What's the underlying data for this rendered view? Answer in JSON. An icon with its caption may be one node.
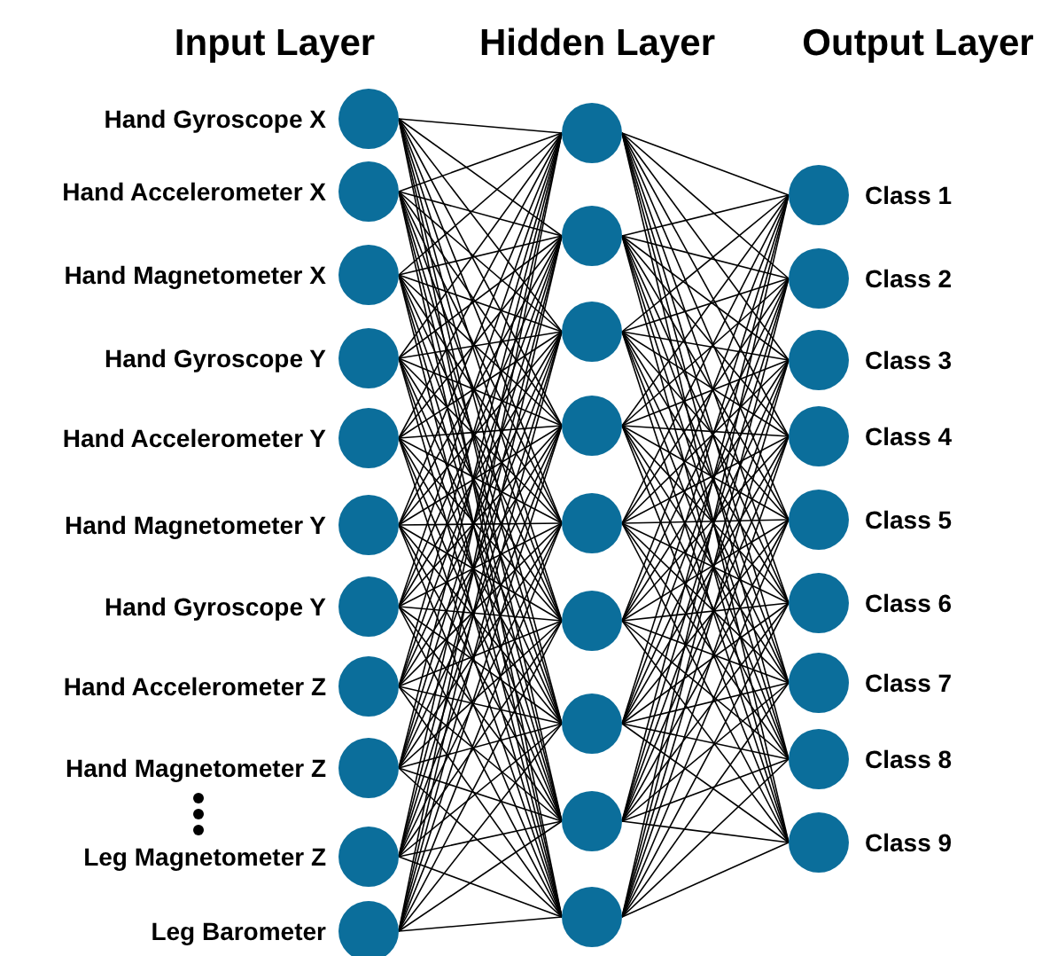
{
  "diagram": {
    "nodes": [
      {
        "text": [],
        "shape": "circle",
        "beside": [
          "Hand Gyroscope X"
        ]
      },
      {
        "text": [],
        "shape": "circle",
        "beside": [
          "Hand Accelerometer X"
        ]
      },
      {
        "text": [],
        "shape": "circle",
        "beside": [
          "Hand Magnetometer X"
        ]
      },
      {
        "text": [],
        "shape": "circle",
        "beside": [
          "Hand Gyroscope Y"
        ]
      },
      {
        "text": [],
        "shape": "circle",
        "beside": [
          "Hand Accelerometer Y"
        ]
      },
      {
        "text": [],
        "shape": "circle",
        "beside": [
          "Hand Magnetometer Y"
        ]
      },
      {
        "text": [],
        "shape": "circle",
        "beside": [
          "Hand Gyroscope Y"
        ]
      },
      {
        "text": [],
        "shape": "circle",
        "beside": [
          "Hand Accelerometer Z"
        ]
      },
      {
        "text": [],
        "shape": "circle",
        "beside": [
          "Hand Magnetometer Z"
        ]
      },
      {
        "text": [],
        "shape": "circle",
        "beside": [
          "Leg Magnetometer Z"
        ]
      },
      {
        "text": [],
        "shape": "circle",
        "beside": [
          "Leg Barometer"
        ]
      },
      {
        "text": [],
        "shape": "circle"
      },
      {
        "text": [],
        "shape": "circle"
      },
      {
        "text": [],
        "shape": "circle"
      },
      {
        "text": [],
        "shape": "circle"
      },
      {
        "text": [],
        "shape": "circle"
      },
      {
        "text": [],
        "shape": "circle"
      },
      {
        "text": [],
        "shape": "circle"
      },
      {
        "text": [],
        "shape": "circle"
      },
      {
        "text": [],
        "shape": "circle"
      },
      {
        "text": [],
        "shape": "circle",
        "beside": [
          "Class 1"
        ]
      },
      {
        "text": [],
        "shape": "circle",
        "beside": [
          "Class 2"
        ]
      },
      {
        "text": [],
        "shape": "circle",
        "beside": [
          "Class 3"
        ]
      },
      {
        "text": [],
        "shape": "circle",
        "beside": [
          "Class 4"
        ]
      },
      {
        "text": [],
        "shape": "circle",
        "beside": [
          "Class 5"
        ]
      },
      {
        "text": [],
        "shape": "circle",
        "beside": [
          "Class 6"
        ]
      },
      {
        "text": [],
        "shape": "circle",
        "beside": [
          "Class 7"
        ]
      },
      {
        "text": [],
        "shape": "circle",
        "beside": [
          "Class 8"
        ]
      },
      {
        "text": [],
        "shape": "circle",
        "beside": [
          "Class 9"
        ]
      }
    ],
    "edges": [
      {
        "from": 0,
        "to": 11,
        "arrow": "none"
      },
      {
        "from": 0,
        "to": 12,
        "arrow": "none"
      },
      {
        "from": 0,
        "to": 13,
        "arrow": "none"
      },
      {
        "from": 0,
        "to": 14,
        "arrow": "none"
      },
      {
        "from": 0,
        "to": 15,
        "arrow": "none"
      },
      {
        "from": 0,
        "to": 16,
        "arrow": "none"
      },
      {
        "from": 0,
        "to": 17,
        "arrow": "none"
      },
      {
        "from": 0,
        "to": 18,
        "arrow": "none"
      },
      {
        "from": 0,
        "to": 19,
        "arrow": "none"
      },
      {
        "from": 1,
        "to": 11,
        "arrow": "none"
      },
      {
        "from": 1,
        "to": 12,
        "arrow": "none"
      },
      {
        "from": 1,
        "to": 13,
        "arrow": "none"
      },
      {
        "from": 1,
        "to": 14,
        "arrow": "none"
      },
      {
        "from": 1,
        "to": 15,
        "arrow": "none"
      },
      {
        "from": 1,
        "to": 16,
        "arrow": "none"
      },
      {
        "from": 1,
        "to": 17,
        "arrow": "none"
      },
      {
        "from": 1,
        "to": 18,
        "arrow": "none"
      },
      {
        "from": 1,
        "to": 19,
        "arrow": "none"
      },
      {
        "from": 2,
        "to": 11,
        "arrow": "none"
      },
      {
        "from": 2,
        "to": 12,
        "arrow": "none"
      },
      {
        "from": 2,
        "to": 13,
        "arrow": "none"
      },
      {
        "from": 2,
        "to": 14,
        "arrow": "none"
      },
      {
        "from": 2,
        "to": 15,
        "arrow": "none"
      },
      {
        "from": 2,
        "to": 16,
        "arrow": "none"
      },
      {
        "from": 2,
        "to": 17,
        "arrow": "none"
      },
      {
        "from": 2,
        "to": 18,
        "arrow": "none"
      },
      {
        "from": 2,
        "to": 19,
        "arrow": "none"
      },
      {
        "from": 3,
        "to": 11,
        "arrow": "none"
      },
      {
        "from": 3,
        "to": 12,
        "arrow": "none"
      },
      {
        "from": 3,
        "to": 13,
        "arrow": "none"
      },
      {
        "from": 3,
        "to": 14,
        "arrow": "none"
      },
      {
        "from": 3,
        "to": 15,
        "arrow": "none"
      },
      {
        "from": 3,
        "to": 16,
        "arrow": "none"
      },
      {
        "from": 3,
        "to": 17,
        "arrow": "none"
      },
      {
        "from": 3,
        "to": 18,
        "arrow": "none"
      },
      {
        "from": 3,
        "to": 19,
        "arrow": "none"
      },
      {
        "from": 4,
        "to": 11,
        "arrow": "none"
      },
      {
        "from": 4,
        "to": 12,
        "arrow": "none"
      },
      {
        "from": 4,
        "to": 13,
        "arrow": "none"
      },
      {
        "from": 4,
        "to": 14,
        "arrow": "none"
      },
      {
        "from": 4,
        "to": 15,
        "arrow": "none"
      },
      {
        "from": 4,
        "to": 16,
        "arrow": "none"
      },
      {
        "from": 4,
        "to": 17,
        "arrow": "none"
      },
      {
        "from": 4,
        "to": 18,
        "arrow": "none"
      },
      {
        "from": 4,
        "to": 19,
        "arrow": "none"
      },
      {
        "from": 5,
        "to": 11,
        "arrow": "none"
      },
      {
        "from": 5,
        "to": 12,
        "arrow": "none"
      },
      {
        "from": 5,
        "to": 13,
        "arrow": "none"
      },
      {
        "from": 5,
        "to": 14,
        "arrow": "none"
      },
      {
        "from": 5,
        "to": 15,
        "arrow": "none"
      },
      {
        "from": 5,
        "to": 16,
        "arrow": "none"
      },
      {
        "from": 5,
        "to": 17,
        "arrow": "none"
      },
      {
        "from": 5,
        "to": 18,
        "arrow": "none"
      },
      {
        "from": 5,
        "to": 19,
        "arrow": "none"
      },
      {
        "from": 6,
        "to": 11,
        "arrow": "none"
      },
      {
        "from": 6,
        "to": 12,
        "arrow": "none"
      },
      {
        "from": 6,
        "to": 13,
        "arrow": "none"
      },
      {
        "from": 6,
        "to": 14,
        "arrow": "none"
      },
      {
        "from": 6,
        "to": 15,
        "arrow": "none"
      },
      {
        "from": 6,
        "to": 16,
        "arrow": "none"
      },
      {
        "from": 6,
        "to": 17,
        "arrow": "none"
      },
      {
        "from": 6,
        "to": 18,
        "arrow": "none"
      },
      {
        "from": 6,
        "to": 19,
        "arrow": "none"
      },
      {
        "from": 7,
        "to": 11,
        "arrow": "none"
      },
      {
        "from": 7,
        "to": 12,
        "arrow": "none"
      },
      {
        "from": 7,
        "to": 13,
        "arrow": "none"
      },
      {
        "from": 7,
        "to": 14,
        "arrow": "none"
      },
      {
        "from": 7,
        "to": 15,
        "arrow": "none"
      },
      {
        "from": 7,
        "to": 16,
        "arrow": "none"
      },
      {
        "from": 7,
        "to": 17,
        "arrow": "none"
      },
      {
        "from": 7,
        "to": 18,
        "arrow": "none"
      },
      {
        "from": 7,
        "to": 19,
        "arrow": "none"
      },
      {
        "from": 8,
        "to": 11,
        "arrow": "none"
      },
      {
        "from": 8,
        "to": 12,
        "arrow": "none"
      },
      {
        "from": 8,
        "to": 13,
        "arrow": "none"
      },
      {
        "from": 8,
        "to": 14,
        "arrow": "none"
      },
      {
        "from": 8,
        "to": 15,
        "arrow": "none"
      },
      {
        "from": 8,
        "to": 16,
        "arrow": "none"
      },
      {
        "from": 8,
        "to": 17,
        "arrow": "none"
      },
      {
        "from": 8,
        "to": 18,
        "arrow": "none"
      },
      {
        "from": 8,
        "to": 19,
        "arrow": "none"
      },
      {
        "from": 9,
        "to": 11,
        "arrow": "none"
      },
      {
        "from": 9,
        "to": 12,
        "arrow": "none"
      },
      {
        "from": 9,
        "to": 13,
        "arrow": "none"
      },
      {
        "from": 9,
        "to": 14,
        "arrow": "none"
      },
      {
        "from": 9,
        "to": 15,
        "arrow": "none"
      },
      {
        "from": 9,
        "to": 16,
        "arrow": "none"
      },
      {
        "from": 9,
        "to": 17,
        "arrow": "none"
      },
      {
        "from": 9,
        "to": 18,
        "arrow": "none"
      },
      {
        "from": 9,
        "to": 19,
        "arrow": "none"
      },
      {
        "from": 10,
        "to": 11,
        "arrow": "none"
      },
      {
        "from": 10,
        "to": 12,
        "arrow": "none"
      },
      {
        "from": 10,
        "to": 13,
        "arrow": "none"
      },
      {
        "from": 10,
        "to": 14,
        "arrow": "none"
      },
      {
        "from": 10,
        "to": 15,
        "arrow": "none"
      },
      {
        "from": 10,
        "to": 16,
        "arrow": "none"
      },
      {
        "from": 10,
        "to": 17,
        "arrow": "none"
      },
      {
        "from": 10,
        "to": 18,
        "arrow": "none"
      },
      {
        "from": 10,
        "to": 19,
        "arrow": "none"
      },
      {
        "from": 11,
        "to": 20,
        "arrow": "none"
      },
      {
        "from": 11,
        "to": 21,
        "arrow": "none"
      },
      {
        "from": 11,
        "to": 22,
        "arrow": "none"
      },
      {
        "from": 11,
        "to": 23,
        "arrow": "none"
      },
      {
        "from": 11,
        "to": 24,
        "arrow": "none"
      },
      {
        "from": 11,
        "to": 25,
        "arrow": "none"
      },
      {
        "from": 11,
        "to": 26,
        "arrow": "none"
      },
      {
        "from": 11,
        "to": 27,
        "arrow": "none"
      },
      {
        "from": 11,
        "to": 28,
        "arrow": "none"
      },
      {
        "from": 12,
        "to": 20,
        "arrow": "none"
      },
      {
        "from": 12,
        "to": 21,
        "arrow": "none"
      },
      {
        "from": 12,
        "to": 22,
        "arrow": "none"
      },
      {
        "from": 12,
        "to": 23,
        "arrow": "none"
      },
      {
        "from": 12,
        "to": 24,
        "arrow": "none"
      },
      {
        "from": 12,
        "to": 25,
        "arrow": "none"
      },
      {
        "from": 12,
        "to": 26,
        "arrow": "none"
      },
      {
        "from": 12,
        "to": 27,
        "arrow": "none"
      },
      {
        "from": 12,
        "to": 28,
        "arrow": "none"
      },
      {
        "from": 13,
        "to": 20,
        "arrow": "none"
      },
      {
        "from": 13,
        "to": 21,
        "arrow": "none"
      },
      {
        "from": 13,
        "to": 22,
        "arrow": "none"
      },
      {
        "from": 13,
        "to": 23,
        "arrow": "none"
      },
      {
        "from": 13,
        "to": 24,
        "arrow": "none"
      },
      {
        "from": 13,
        "to": 25,
        "arrow": "none"
      },
      {
        "from": 13,
        "to": 26,
        "arrow": "none"
      },
      {
        "from": 13,
        "to": 27,
        "arrow": "none"
      },
      {
        "from": 13,
        "to": 28,
        "arrow": "none"
      },
      {
        "from": 14,
        "to": 20,
        "arrow": "none"
      },
      {
        "from": 14,
        "to": 21,
        "arrow": "none"
      },
      {
        "from": 14,
        "to": 22,
        "arrow": "none"
      },
      {
        "from": 14,
        "to": 23,
        "arrow": "none"
      },
      {
        "from": 14,
        "to": 24,
        "arrow": "none"
      },
      {
        "from": 14,
        "to": 25,
        "arrow": "none"
      },
      {
        "from": 14,
        "to": 26,
        "arrow": "none"
      },
      {
        "from": 14,
        "to": 27,
        "arrow": "none"
      },
      {
        "from": 14,
        "to": 28,
        "arrow": "none"
      },
      {
        "from": 15,
        "to": 20,
        "arrow": "none"
      },
      {
        "from": 15,
        "to": 21,
        "arrow": "none"
      },
      {
        "from": 15,
        "to": 22,
        "arrow": "none"
      },
      {
        "from": 15,
        "to": 23,
        "arrow": "none"
      },
      {
        "from": 15,
        "to": 24,
        "arrow": "none"
      },
      {
        "from": 15,
        "to": 25,
        "arrow": "none"
      },
      {
        "from": 15,
        "to": 26,
        "arrow": "none"
      },
      {
        "from": 15,
        "to": 27,
        "arrow": "none"
      },
      {
        "from": 15,
        "to": 28,
        "arrow": "none"
      },
      {
        "from": 16,
        "to": 20,
        "arrow": "none"
      },
      {
        "from": 16,
        "to": 21,
        "arrow": "none"
      },
      {
        "from": 16,
        "to": 22,
        "arrow": "none"
      },
      {
        "from": 16,
        "to": 23,
        "arrow": "none"
      },
      {
        "from": 16,
        "to": 24,
        "arrow": "none"
      },
      {
        "from": 16,
        "to": 25,
        "arrow": "none"
      },
      {
        "from": 16,
        "to": 26,
        "arrow": "none"
      },
      {
        "from": 16,
        "to": 27,
        "arrow": "none"
      },
      {
        "from": 16,
        "to": 28,
        "arrow": "none"
      },
      {
        "from": 17,
        "to": 20,
        "arrow": "none"
      },
      {
        "from": 17,
        "to": 21,
        "arrow": "none"
      },
      {
        "from": 17,
        "to": 22,
        "arrow": "none"
      },
      {
        "from": 17,
        "to": 23,
        "arrow": "none"
      },
      {
        "from": 17,
        "to": 24,
        "arrow": "none"
      },
      {
        "from": 17,
        "to": 25,
        "arrow": "none"
      },
      {
        "from": 17,
        "to": 26,
        "arrow": "none"
      },
      {
        "from": 17,
        "to": 27,
        "arrow": "none"
      },
      {
        "from": 17,
        "to": 28,
        "arrow": "none"
      },
      {
        "from": 18,
        "to": 20,
        "arrow": "none"
      },
      {
        "from": 18,
        "to": 21,
        "arrow": "none"
      },
      {
        "from": 18,
        "to": 22,
        "arrow": "none"
      },
      {
        "from": 18,
        "to": 23,
        "arrow": "none"
      },
      {
        "from": 18,
        "to": 24,
        "arrow": "none"
      },
      {
        "from": 18,
        "to": 25,
        "arrow": "none"
      },
      {
        "from": 18,
        "to": 26,
        "arrow": "none"
      },
      {
        "from": 18,
        "to": 27,
        "arrow": "none"
      },
      {
        "from": 18,
        "to": 28,
        "arrow": "none"
      },
      {
        "from": 19,
        "to": 20,
        "arrow": "none"
      },
      {
        "from": 19,
        "to": 21,
        "arrow": "none"
      },
      {
        "from": 19,
        "to": 22,
        "arrow": "none"
      },
      {
        "from": 19,
        "to": 23,
        "arrow": "none"
      },
      {
        "from": 19,
        "to": 24,
        "arrow": "none"
      },
      {
        "from": 19,
        "to": 25,
        "arrow": "none"
      },
      {
        "from": 19,
        "to": 26,
        "arrow": "none"
      },
      {
        "from": 19,
        "to": 27,
        "arrow": "none"
      },
      {
        "from": 19,
        "to": 28,
        "arrow": "none"
      }
    ],
    "labels": [
      "Input Layer",
      "Hidden Layer",
      "Output Layer"
    ]
  }
}
